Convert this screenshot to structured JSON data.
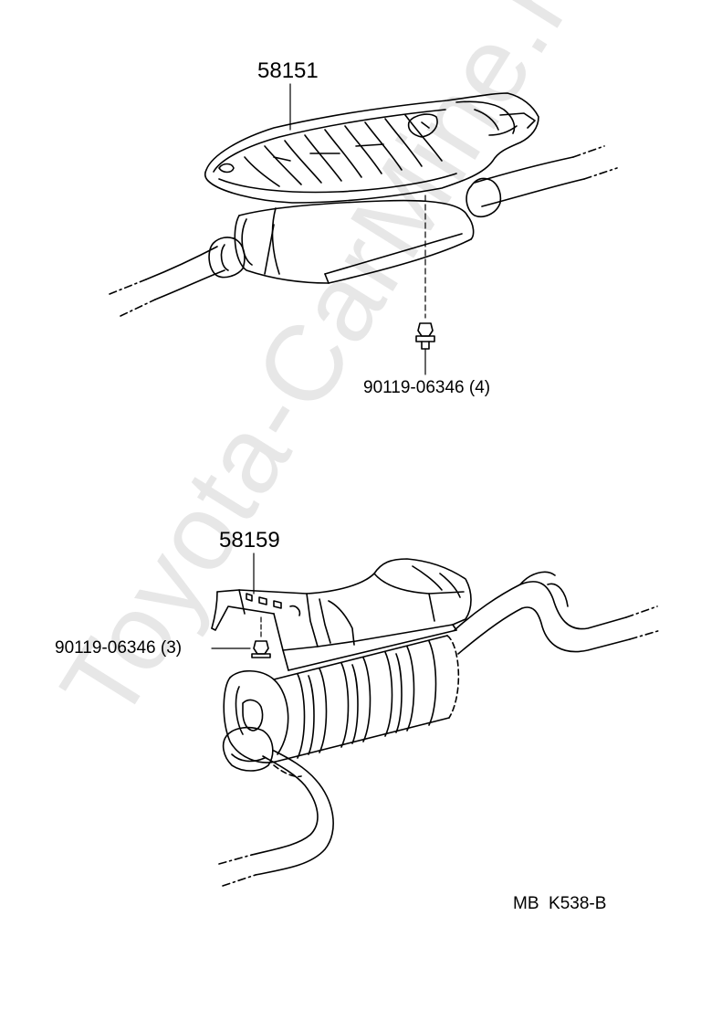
{
  "parts": {
    "upper_shield": "58151",
    "upper_bolt": "90119-06346 (4)",
    "lower_shield": "58159",
    "lower_bolt": "90119-06346 (3)"
  },
  "diagram_code": "MB  K538-B",
  "watermark": "Toyota-CarMine.ru",
  "colors": {
    "ink": "#000000",
    "watermark": "#c8c8c8"
  }
}
